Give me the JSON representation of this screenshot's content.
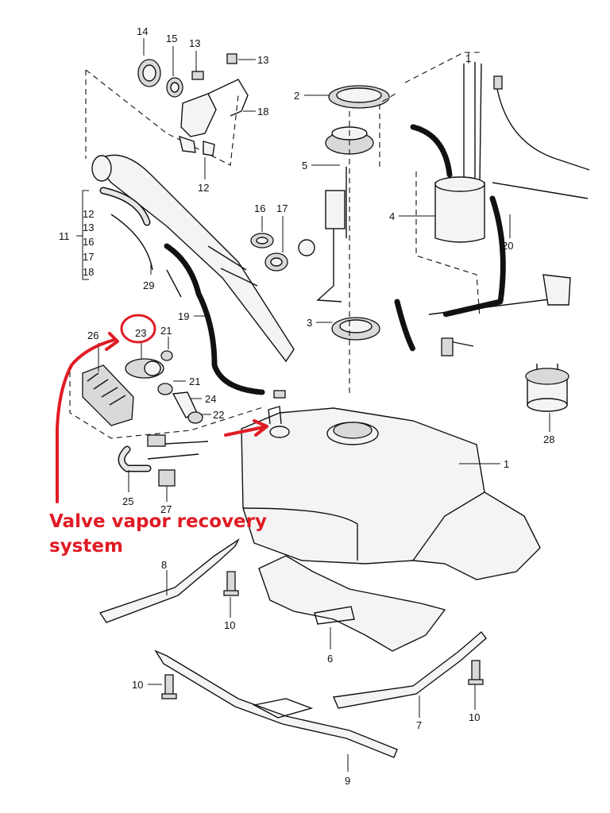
{
  "diagram": {
    "part_numbers": {
      "p1": "1",
      "p1b": "1",
      "p2": "2",
      "p3": "3",
      "p4": "4",
      "p5": "5",
      "p6": "6",
      "p7": "7",
      "p8": "8",
      "p9": "9",
      "p10a": "10",
      "p10b": "10",
      "p10c": "10",
      "p11": "11",
      "p12a": "12",
      "p12b": "12",
      "p13a": "13",
      "p13b": "13",
      "p13c": "13",
      "p14": "14",
      "p15": "15",
      "p16a": "16",
      "p16b": "16",
      "p17a": "17",
      "p17b": "17",
      "p18a": "18",
      "p18b": "18",
      "p19": "19",
      "p20": "20",
      "p21a": "21",
      "p21b": "21",
      "p22": "22",
      "p23": "23",
      "p24": "24",
      "p25": "25",
      "p26": "26",
      "p27": "27",
      "p28": "28",
      "p29": "29"
    },
    "annotation": {
      "line1": "Valve vapor recovery",
      "line2": "system",
      "color": "#e01b24"
    }
  }
}
